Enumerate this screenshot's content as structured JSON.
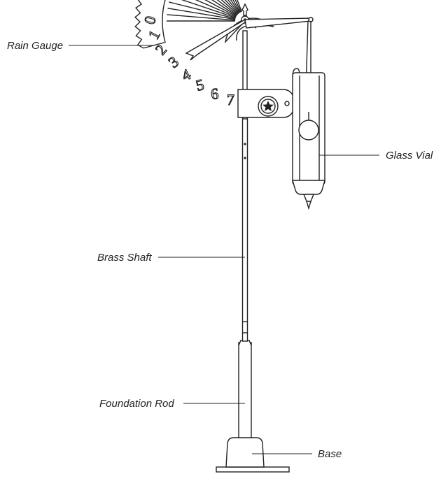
{
  "labels": {
    "rain_gauge": "Rain Gauge",
    "glass_vial": "Glass Vial",
    "brass_shaft": "Brass Shaft",
    "foundation_rod": "Foundation Rod",
    "base": "Base"
  },
  "dial_numbers": [
    "0",
    "1",
    "2",
    "3",
    "4",
    "5",
    "6",
    "7"
  ],
  "colors": {
    "line": "#222222",
    "background": "#ffffff"
  }
}
